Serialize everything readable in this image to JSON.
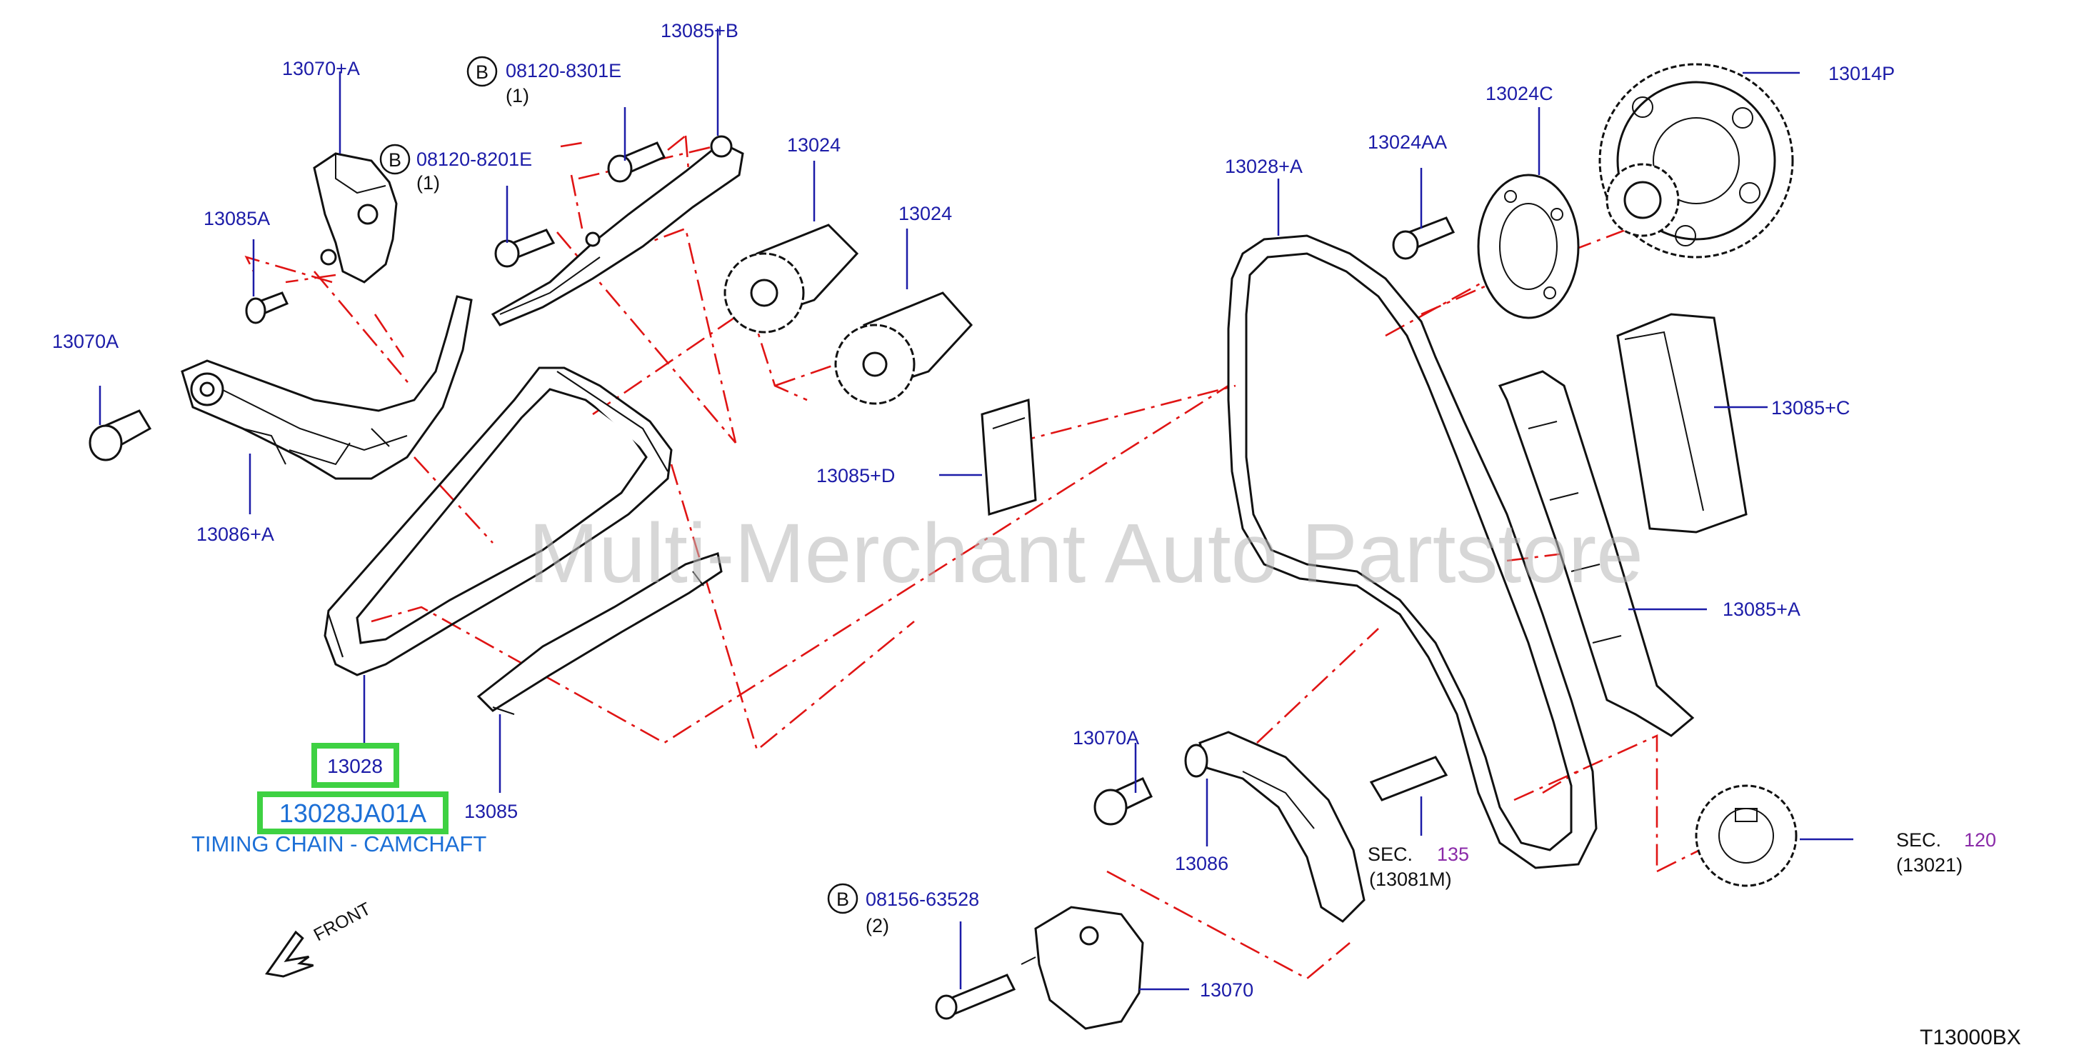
{
  "diagram": {
    "labels": {
      "p13070_a_top": "13070+A",
      "p08120_8301e": "08120-8301E",
      "p08120_8301e_qty": "(1)",
      "p13085_b": "13085+B",
      "p08120_8201e": "08120-8201E",
      "p08120_8201e_qty": "(1)",
      "p13085a": "13085A",
      "p13024_a": "13024",
      "p13024_b": "13024",
      "p13024c": "13024C",
      "p13014p": "13014P",
      "p13028_a": "13028+A",
      "p13024aa": "13024AA",
      "p13070a_left": "13070A",
      "p13085_c": "13085+C",
      "p13085_d": "13085+D",
      "p13086_a": "13086+A",
      "p13085_a": "13085+A",
      "p13028": "13028",
      "p13028ja01a": "13028JA01A",
      "caption": "TIMING CHAIN - CAMCHAFT",
      "p13085": "13085",
      "p13070a_right": "13070A",
      "p13086": "13086",
      "sec135_prefix": "SEC.",
      "sec135_num": "135",
      "sec135_ref": "(13081M)",
      "sec120_prefix": "SEC.",
      "sec120_num": "120",
      "sec120_ref": "(13021)",
      "p08156_63528": "08156-63528",
      "p08156_63528_qty": "(2)",
      "p13070": "13070",
      "front": "FRONT",
      "drawing_code": "T13000BX",
      "watermark": "Multi-Merchant Auto Partstore",
      "bolt_marker": "B"
    },
    "colors": {
      "label_blue": "#1c1ca8",
      "highlight_green": "#3ed142",
      "caption_blue": "#1c6fd6",
      "dash_red": "#e01414",
      "sec_purple": "#8a2aa8"
    }
  }
}
